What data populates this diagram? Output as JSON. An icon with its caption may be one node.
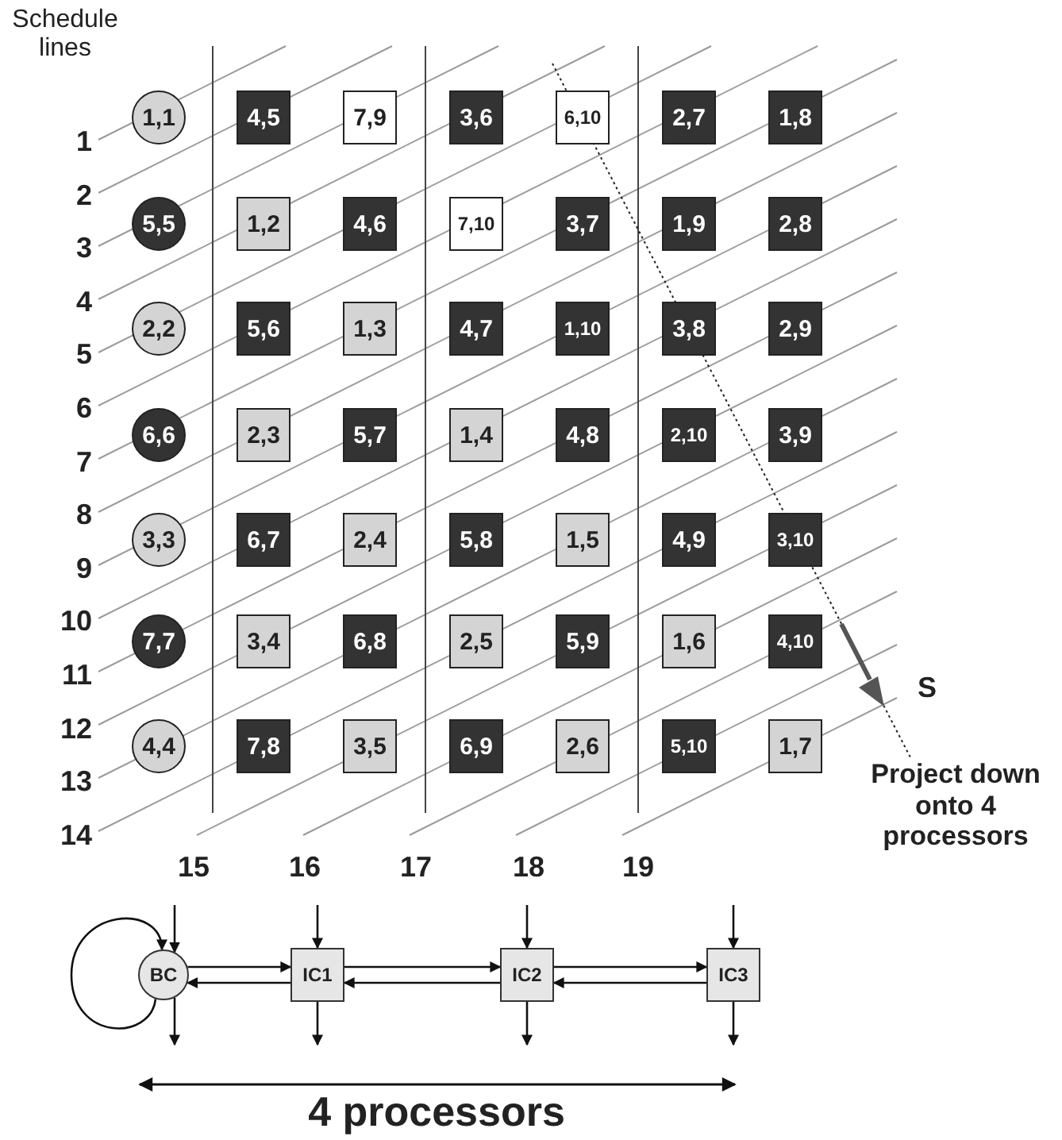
{
  "diagram": {
    "nodes": [
      {
        "text": [
          "1,1"
        ]
      },
      {
        "text": [
          "4,5"
        ]
      },
      {
        "text": [
          "7,9"
        ]
      },
      {
        "text": [
          "3,6"
        ]
      },
      {
        "text": [
          "6,10"
        ]
      },
      {
        "text": [
          "2,7"
        ]
      },
      {
        "text": [
          "1,8"
        ]
      },
      {
        "text": [
          "5,5"
        ]
      },
      {
        "text": [
          "1,2"
        ]
      },
      {
        "text": [
          "4,6"
        ]
      },
      {
        "text": [
          "7,10"
        ]
      },
      {
        "text": [
          "3,7"
        ]
      },
      {
        "text": [
          "1,9"
        ]
      },
      {
        "text": [
          "2,8"
        ]
      },
      {
        "text": [
          "2,2"
        ]
      },
      {
        "text": [
          "5,6"
        ]
      },
      {
        "text": [
          "1,3"
        ]
      },
      {
        "text": [
          "4,7"
        ]
      },
      {
        "text": [
          "1,10"
        ]
      },
      {
        "text": [
          "3,8"
        ]
      },
      {
        "text": [
          "2,9"
        ]
      },
      {
        "text": [
          "6,6"
        ]
      },
      {
        "text": [
          "2,3"
        ]
      },
      {
        "text": [
          "5,7"
        ]
      },
      {
        "text": [
          "1,4"
        ]
      },
      {
        "text": [
          "4,8"
        ]
      },
      {
        "text": [
          "2,10"
        ]
      },
      {
        "text": [
          "3,9"
        ]
      },
      {
        "text": [
          "3,3"
        ]
      },
      {
        "text": [
          "6,7"
        ]
      },
      {
        "text": [
          "2,4"
        ]
      },
      {
        "text": [
          "5,8"
        ]
      },
      {
        "text": [
          "1,5"
        ]
      },
      {
        "text": [
          "4,9"
        ]
      },
      {
        "text": [
          "3,10"
        ]
      },
      {
        "text": [
          "7,7"
        ]
      },
      {
        "text": [
          "3,4"
        ]
      },
      {
        "text": [
          "6,8"
        ]
      },
      {
        "text": [
          "2,5"
        ]
      },
      {
        "text": [
          "5,9"
        ]
      },
      {
        "text": [
          "1,6"
        ]
      },
      {
        "text": [
          "4,10"
        ]
      },
      {
        "text": [
          "4,4"
        ]
      },
      {
        "text": [
          "7,8"
        ]
      },
      {
        "text": [
          "3,5"
        ]
      },
      {
        "text": [
          "6,9"
        ]
      },
      {
        "text": [
          "2,6"
        ]
      },
      {
        "text": [
          "5,10"
        ]
      },
      {
        "text": [
          "1,7"
        ]
      },
      {
        "text": [
          "BC"
        ]
      },
      {
        "text": [
          "IC1"
        ]
      },
      {
        "text": [
          "IC2"
        ]
      },
      {
        "text": [
          "IC3"
        ]
      }
    ],
    "edges": [
      {
        "from": 49,
        "to": 50,
        "arrow": "to"
      },
      {
        "from": 50,
        "to": 49,
        "arrow": "to"
      },
      {
        "from": 50,
        "to": 51,
        "arrow": "to"
      },
      {
        "from": 51,
        "to": 50,
        "arrow": "to"
      },
      {
        "from": 51,
        "to": 52,
        "arrow": "to"
      },
      {
        "from": 52,
        "to": 51,
        "arrow": "to"
      },
      {
        "from": 49,
        "to": 49,
        "arrow": "to"
      },
      {
        "from": null,
        "to": 49,
        "arrow": "to"
      },
      {
        "from": null,
        "to": 50,
        "arrow": "to"
      },
      {
        "from": null,
        "to": 51,
        "arrow": "to"
      },
      {
        "from": null,
        "to": 52,
        "arrow": "to"
      },
      {
        "from": 49,
        "to": null,
        "arrow": "to"
      },
      {
        "from": 50,
        "to": null,
        "arrow": "to"
      },
      {
        "from": 51,
        "to": null,
        "arrow": "to"
      },
      {
        "from": 52,
        "to": null,
        "arrow": "to"
      }
    ],
    "labels": [
      "Schedule lines",
      "1",
      "2",
      "3",
      "4",
      "5",
      "6",
      "7",
      "8",
      "9",
      "10",
      "11",
      "12",
      "13",
      "14",
      "15",
      "16",
      "17",
      "18",
      "19",
      "S",
      "Project down onto 4 processors",
      "4 processors"
    ]
  }
}
